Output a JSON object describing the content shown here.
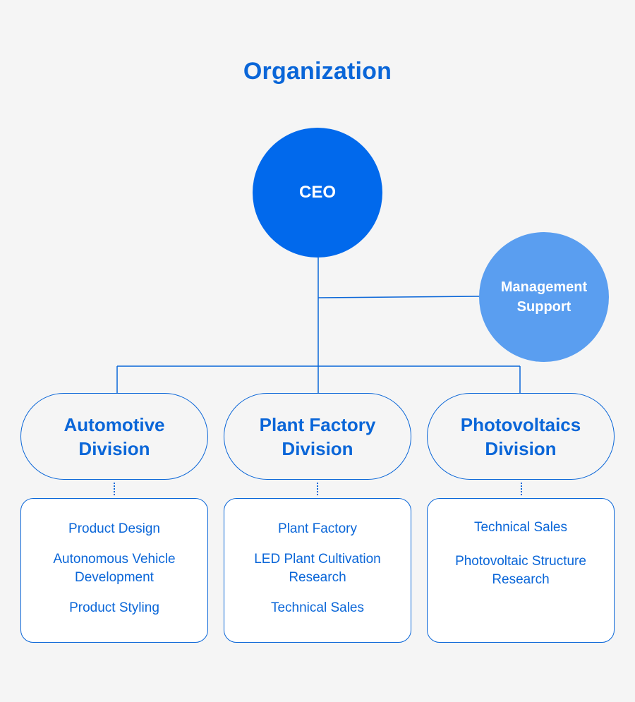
{
  "title": "Organization",
  "ceo": "CEO",
  "management_support": "Management\nSupport",
  "divisions": [
    {
      "name": "Automotive\nDivision",
      "teams": [
        "Product Design",
        "Autonomous Vehicle\nDevelopment",
        "Product Styling"
      ]
    },
    {
      "name": "Plant Factory\nDivision",
      "teams": [
        "Plant Factory",
        "LED Plant Cultivation\nResearch",
        "Technical Sales"
      ]
    },
    {
      "name": "Photovoltaics\nDivision",
      "teams": [
        "Technical Sales",
        "Photovoltaic Structure\nResearch"
      ]
    }
  ],
  "colors": {
    "primary": "#0169ec",
    "secondary": "#5a9ef0",
    "line": "#0a66d8",
    "background": "#f5f5f5"
  }
}
